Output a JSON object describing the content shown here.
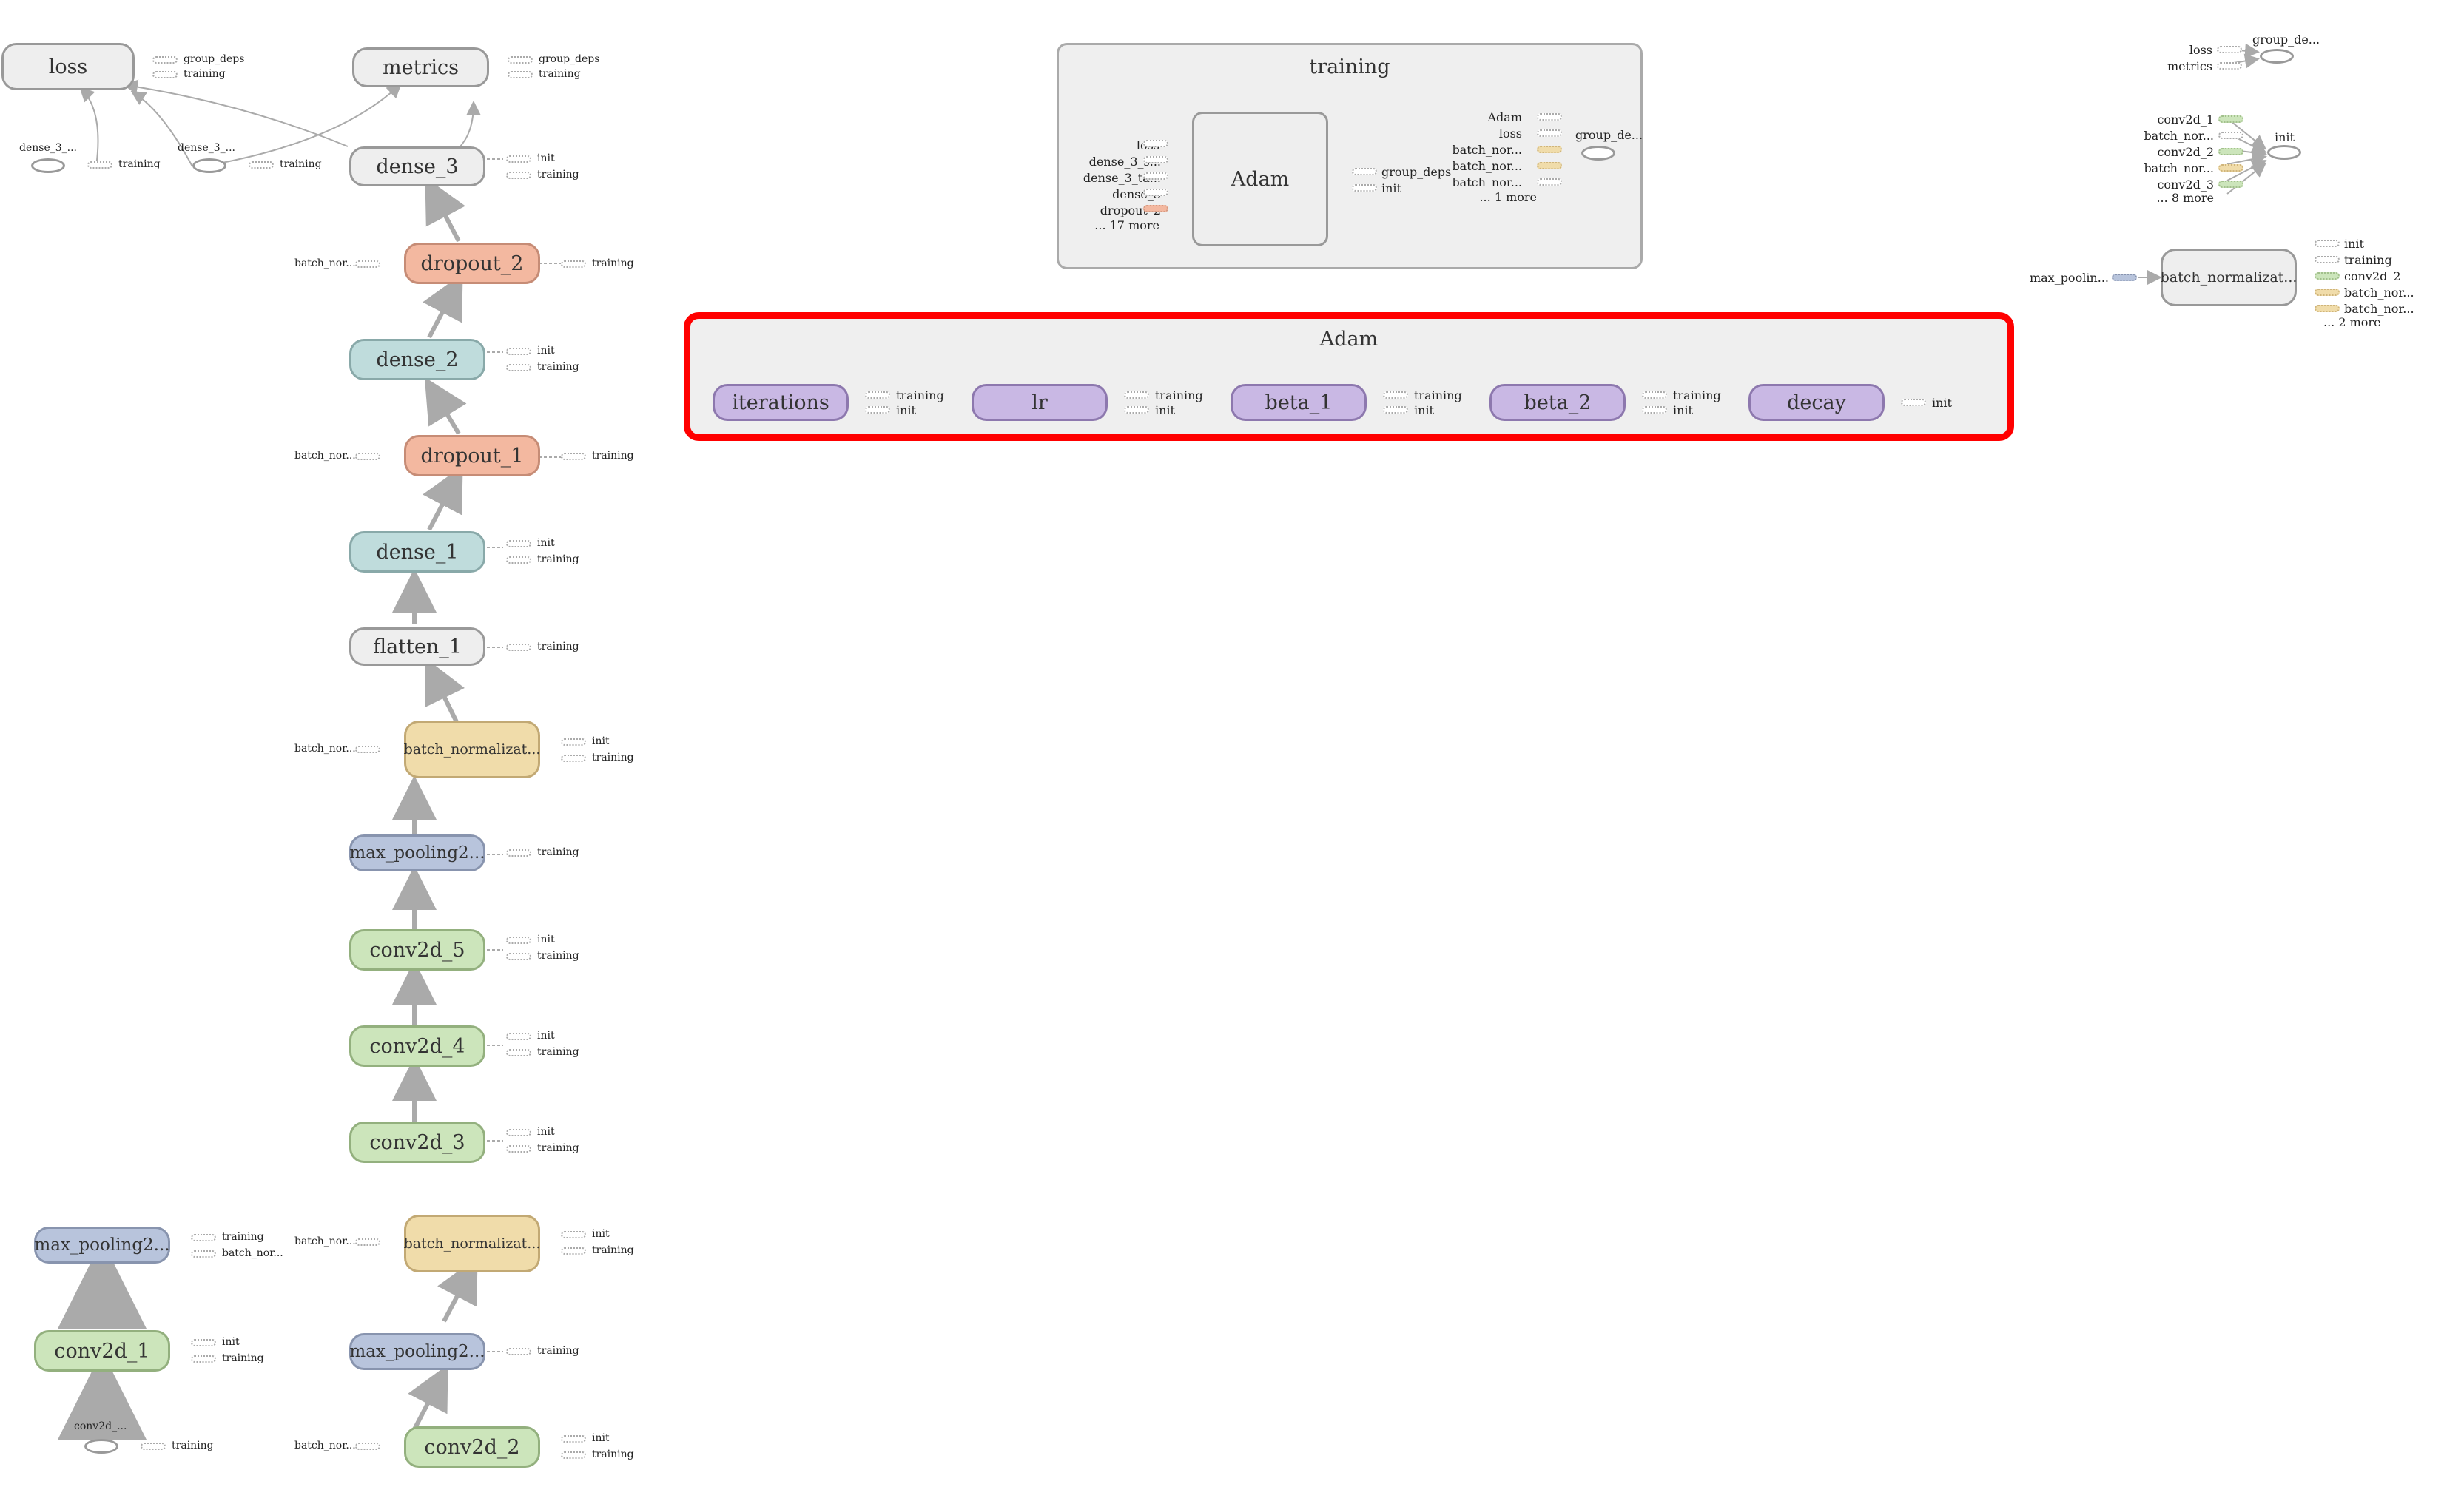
{
  "graph": {
    "main_column": {
      "loss": "loss",
      "metrics": "metrics",
      "dense_3": "dense_3",
      "dropout_2": "dropout_2",
      "dense_2": "dense_2",
      "dropout_1": "dropout_1",
      "dense_1": "dense_1",
      "flatten_1": "flatten_1",
      "batch_norm_top": "batch_normalizat...",
      "max_pooling_mid": "max_pooling2...",
      "conv2d_5": "conv2d_5",
      "conv2d_4": "conv2d_4",
      "conv2d_3": "conv2d_3",
      "batch_norm_bottom": "batch_normalizat...",
      "max_pooling_bottom": "max_pooling2...",
      "conv2d_2": "conv2d_2"
    },
    "left_column": {
      "max_pooling": "max_pooling2...",
      "conv2d_1": "conv2d_1",
      "conv2d_input": "conv2d_...",
      "dense_3_a": "dense_3_...",
      "dense_3_b": "dense_3_..."
    },
    "side_labels": {
      "batch_nor": "batch_nor...",
      "training": "training",
      "init": "init",
      "group_deps": "group_deps"
    },
    "training_group": {
      "title": "training",
      "adam": "Adam",
      "inputs": [
        "loss",
        "dense_3_s...",
        "dense_3_ta...",
        "dense_3",
        "dropout_2",
        "... 17 more"
      ],
      "outputs": [
        "group_deps",
        "init"
      ],
      "right_inputs": [
        "Adam",
        "loss",
        "batch_nor...",
        "batch_nor...",
        "batch_nor...",
        "... 1 more"
      ],
      "right_node": "group_de..."
    },
    "adam_group": {
      "title": "Adam",
      "items": [
        {
          "name": "iterations",
          "outs": [
            "training",
            "init"
          ]
        },
        {
          "name": "lr",
          "outs": [
            "training",
            "init"
          ]
        },
        {
          "name": "beta_1",
          "outs": [
            "training",
            "init"
          ]
        },
        {
          "name": "beta_2",
          "outs": [
            "training",
            "init"
          ]
        },
        {
          "name": "decay",
          "outs": [
            "init"
          ]
        }
      ]
    },
    "right_panel": {
      "group_deps_label": "group_de...",
      "group_deps_inputs": [
        "loss",
        "metrics"
      ],
      "init_label": "init",
      "init_inputs": [
        "conv2d_1",
        "batch_nor...",
        "conv2d_2",
        "batch_nor...",
        "conv2d_3",
        "... 8 more"
      ],
      "bn_node": "batch_normalizat...",
      "bn_input": "max_poolin...",
      "bn_outputs": [
        "init",
        "training",
        "conv2d_2",
        "batch_nor...",
        "batch_nor...",
        "... 2 more"
      ]
    },
    "colors": {
      "highlight": "#ff0000",
      "gray_node": "#eeeeee",
      "orange_node": "#f3b8a0",
      "teal_node": "#bfdcdc",
      "tan_node": "#f0dcaa",
      "blue_node": "#b8c4dc",
      "green_node": "#cce5bb",
      "purple_node": "#c9b8e4"
    }
  }
}
